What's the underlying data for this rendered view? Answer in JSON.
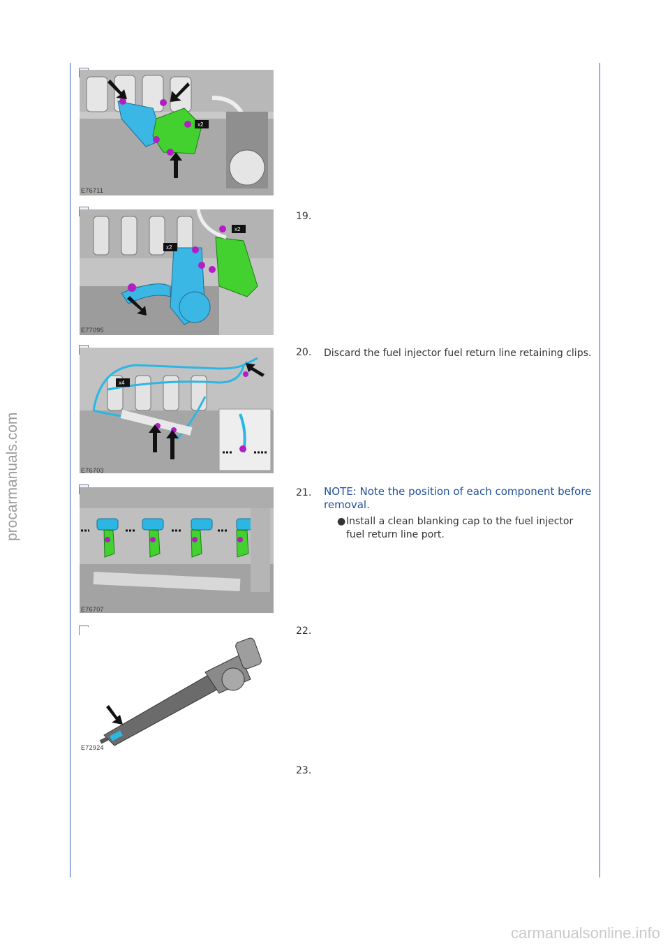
{
  "watermark_side": "procarmanuals.com",
  "watermark_bottom": "carmanualsonline.info",
  "figures": [
    {
      "code": "E76711"
    },
    {
      "code": "E77095"
    },
    {
      "code": "E76703"
    },
    {
      "code": "E76707"
    },
    {
      "code": "E72924"
    }
  ],
  "steps": [
    {
      "number": "19.",
      "text": ""
    },
    {
      "number": "20.",
      "text": "Discard the fuel injector fuel return line retaining clips."
    },
    {
      "number": "21.",
      "note": "NOTE: Note the position of each component before removal.",
      "bullet": "Install a clean blanking cap to the fuel injector fuel return line port."
    },
    {
      "number": "22.",
      "text": ""
    },
    {
      "number": "23.",
      "text": ""
    }
  ],
  "callouts": {
    "x2": "x2",
    "x4": "x4"
  },
  "colors": {
    "rule": "#2f63b3",
    "note": "#1e4f9a",
    "highlight_green": "#3fcf2e",
    "highlight_blue": "#1fb4e0",
    "highlight_purple": "#b21ec4"
  }
}
